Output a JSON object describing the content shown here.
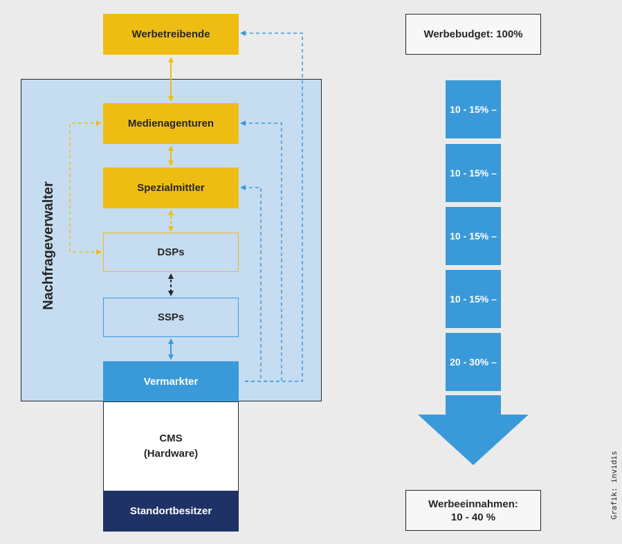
{
  "diagram": {
    "side_label": "Nachfrageverwalter",
    "nodes": {
      "advertisers": "Werbetreibende",
      "media_agencies": "Medienagenturen",
      "specialists": "Spezialmittler",
      "dsps": "DSPs",
      "ssps": "SSPs",
      "marketer": "Vermarkter",
      "cms": "CMS\n(Hardware)",
      "site_owner": "Standortbesitzer"
    }
  },
  "budget": {
    "top_label": "Werbebudget: 100%",
    "segments": [
      "10 - 15% –",
      "10 - 15% –",
      "10 - 15% –",
      "10 - 15% –",
      "20 - 30% –"
    ],
    "bottom_label": "Werbeeinnahmen:\n10 - 40 %"
  },
  "credit": "Grafik: invidis",
  "colors": {
    "yellow": "#eebd14",
    "blue": "#3a9ad9",
    "navy": "#1f3266",
    "panel": "#c6dcf1",
    "background": "#ebebeb"
  }
}
